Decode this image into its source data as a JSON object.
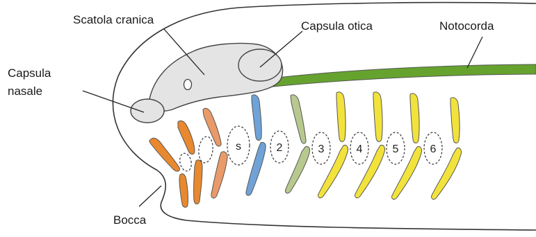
{
  "labels": {
    "scatola_cranica": "Scatola cranica",
    "capsula_otica": "Capsula otica",
    "notocorda": "Notocorda",
    "capsula_nasale_line1": "Capsula",
    "capsula_nasale_line2": "nasale",
    "bocca": "Bocca"
  },
  "arch_labels": [
    "s",
    "2",
    "3",
    "4",
    "5",
    "6"
  ],
  "colors": {
    "notochord": "#66a32e",
    "cranium_fill": "#e4e4e4",
    "arch_orange": "#e8892f",
    "arch_salmon": "#e99a68",
    "arch_blue": "#6fa3d8",
    "arch_sage": "#b7c98e",
    "arch_yellow": "#f2e23c"
  }
}
